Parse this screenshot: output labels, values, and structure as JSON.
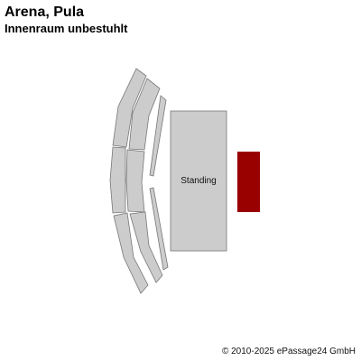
{
  "venue": {
    "title": "Arena, Pula",
    "subtitle": "Innenraum unbestuhlt"
  },
  "seating_plan": {
    "standing_label": "Standing",
    "colors": {
      "seat_section": "#cccccc",
      "standing_area": "#cccccc",
      "stage": "#990000",
      "outline": "#777777"
    }
  },
  "footer": {
    "copyright": "© 2010-2025 ePassage24 GmbH"
  }
}
